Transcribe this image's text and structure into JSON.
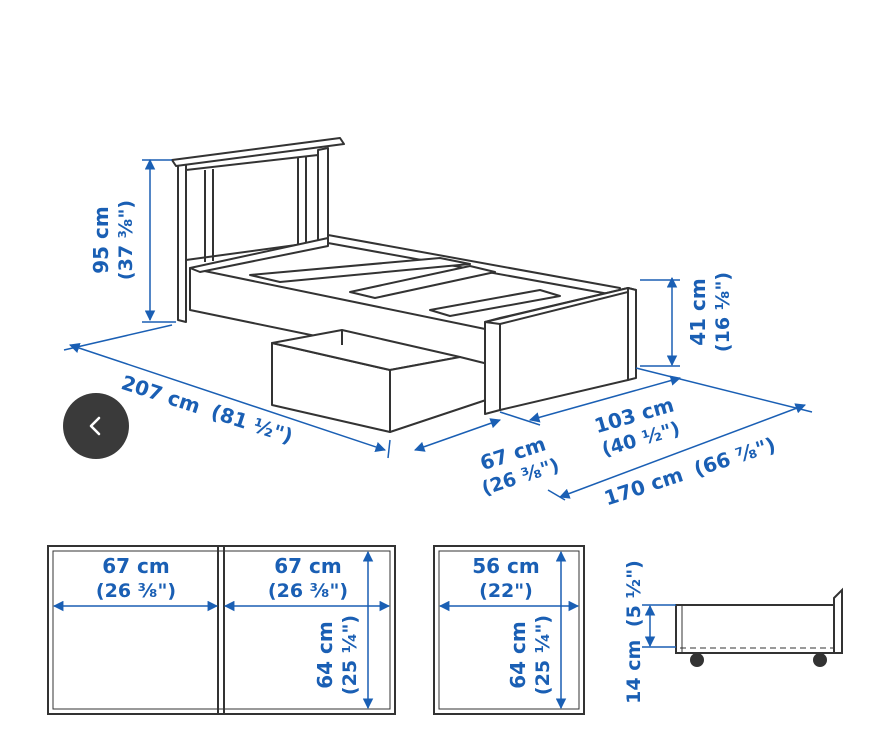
{
  "colors": {
    "dimension": "#1a5fb4",
    "outline": "#333333",
    "back_button": "#3a3a3a"
  },
  "bed": {
    "height_cm": "95 cm",
    "height_in": "(37 ³⁄₈\")",
    "length_cm": "207 cm",
    "length_in": "(81 ¹⁄₂\")",
    "footboard_height_cm": "41 cm",
    "footboard_height_in": "(16 ¹⁄₈\")",
    "drawer_depth_cm": "67 cm",
    "drawer_depth_in": "(26 ³⁄₈\")",
    "width_cm": "103 cm",
    "width_in": "(40 ¹⁄₂\")",
    "drawer_span_cm": "170 cm",
    "drawer_span_in": "(66 ⁷⁄₈\")"
  },
  "drawer_plans": [
    {
      "width_cm": "67 cm",
      "width_in": "(26 ³⁄₈\")"
    },
    {
      "width_cm": "67 cm",
      "width_in": "(26 ³⁄₈\")",
      "depth_cm": "64 cm",
      "depth_in": "(25 ¹⁄₄\")"
    },
    {
      "width_cm": "56 cm",
      "width_in": "(22\")",
      "depth_cm": "64 cm",
      "depth_in": "(25 ¹⁄₄\")"
    }
  ],
  "drawer_side": {
    "height_cm": "14 cm",
    "height_in": "(5 ¹⁄₂\")"
  },
  "controls": {
    "back_icon": "chevron-left-icon"
  }
}
